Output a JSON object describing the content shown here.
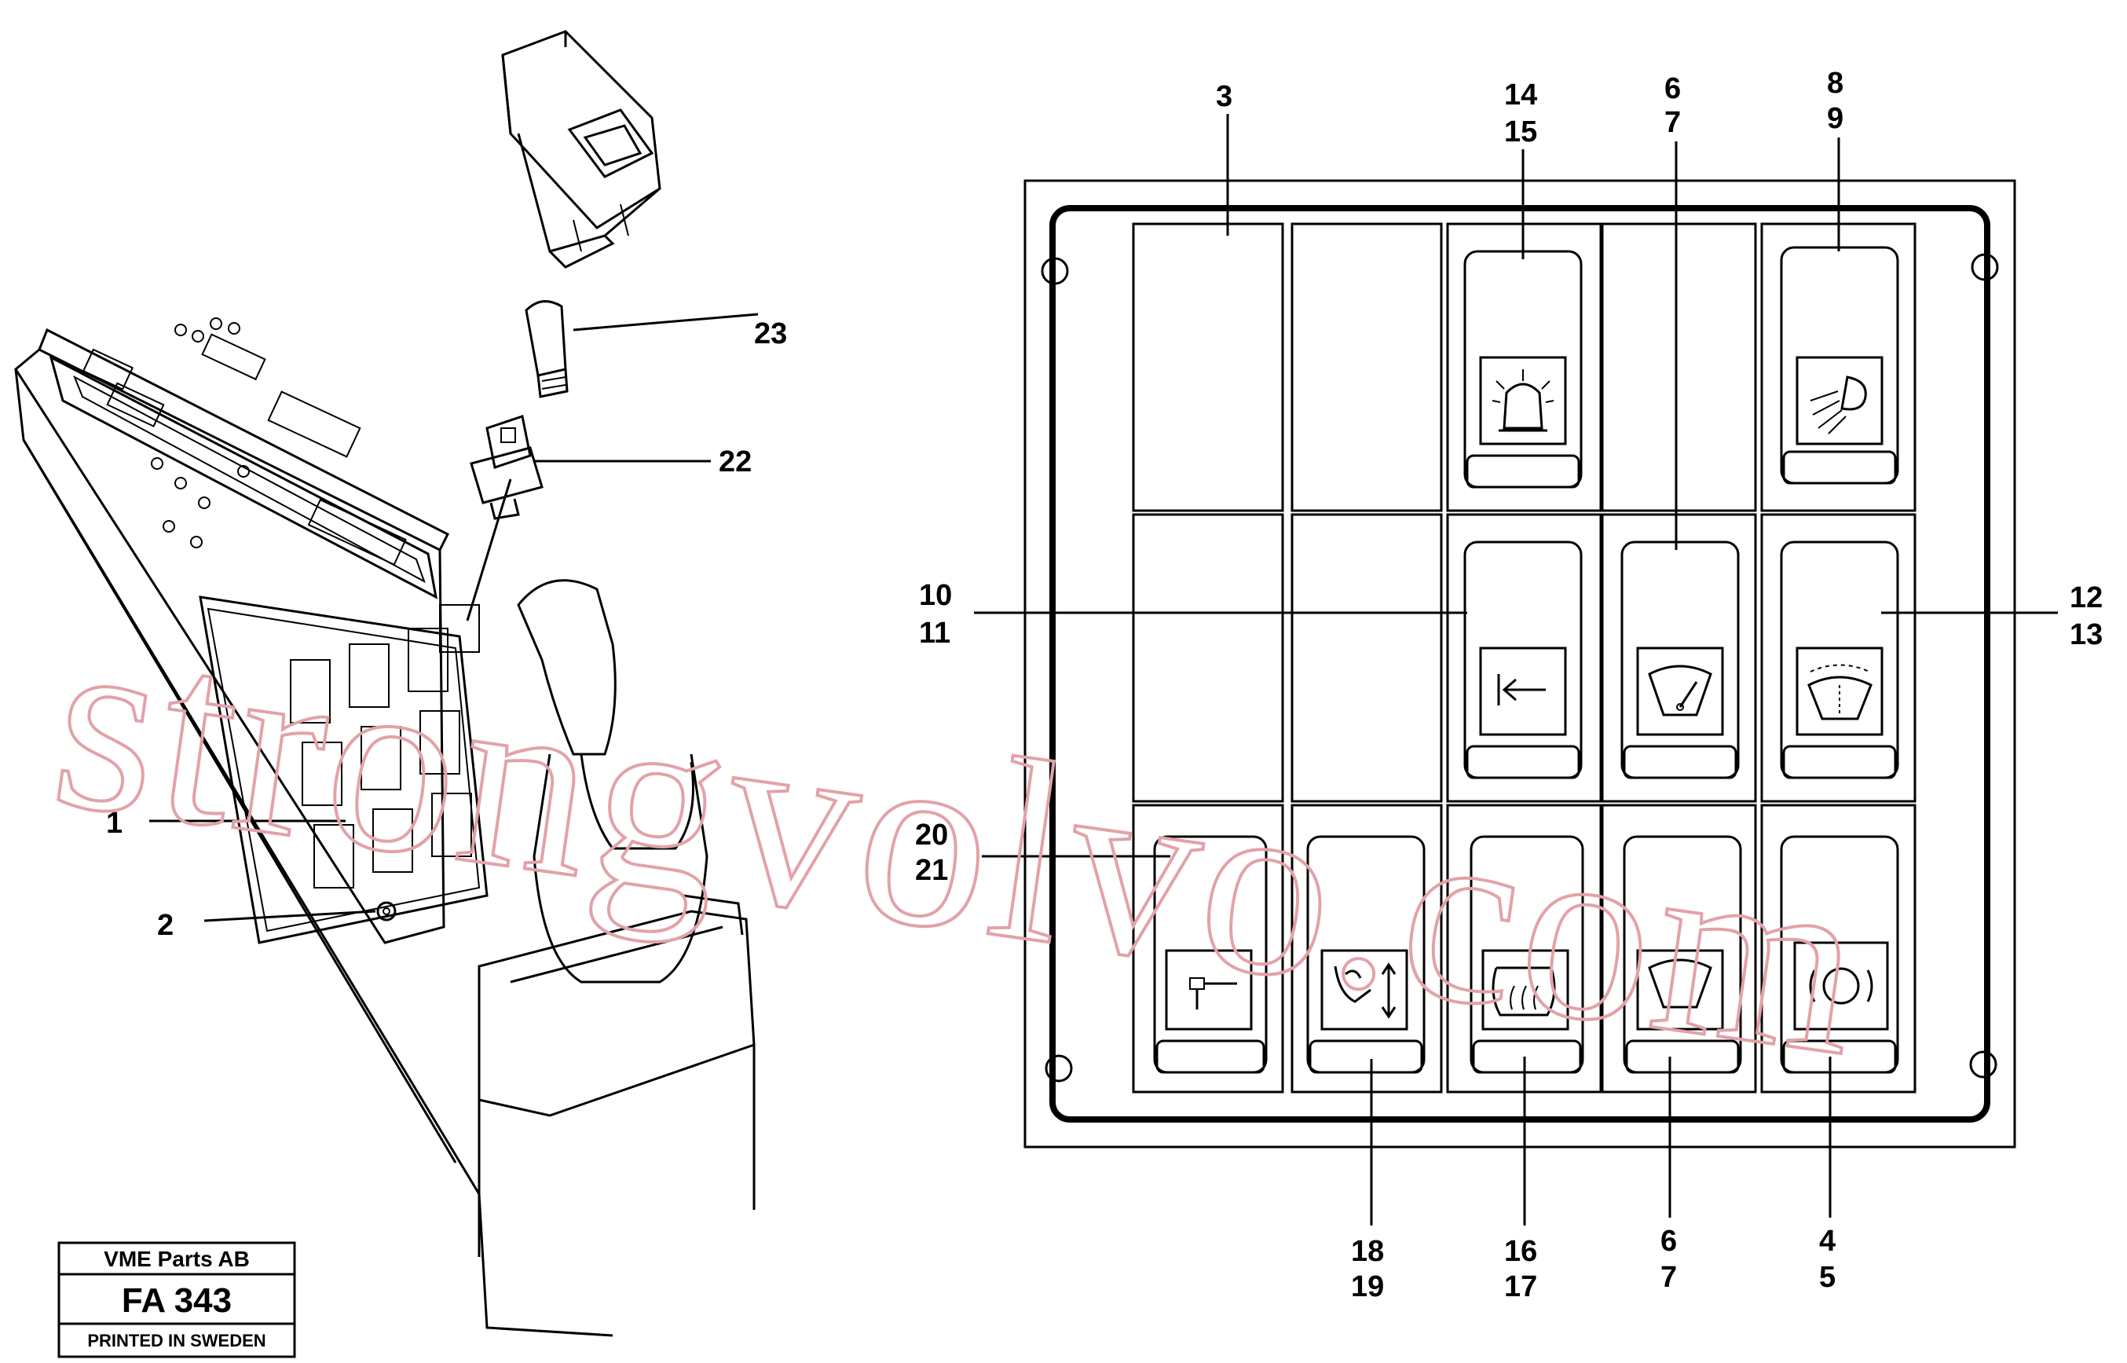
{
  "callouts": {
    "n1": "1",
    "n2": "2",
    "n3": "3",
    "n4": "4",
    "n5": "5",
    "n6a": "6",
    "n7a": "7",
    "n6b": "6",
    "n7b": "7",
    "n8": "8",
    "n9": "9",
    "n10": "10",
    "n11": "11",
    "n12": "12",
    "n13": "13",
    "n14": "14",
    "n15": "15",
    "n16": "16",
    "n17": "17",
    "n18": "18",
    "n19": "19",
    "n20": "20",
    "n21": "21",
    "n22": "22",
    "n23": "23"
  },
  "title_block": {
    "company": "VME Parts AB",
    "code": "FA 343",
    "printed": "PRINTED IN SWEDEN"
  },
  "watermark": "strongvolvo.com",
  "colors": {
    "line": "#000000",
    "watermark": "#e2a2a8",
    "background": "#ffffff"
  },
  "icons": [
    "beacon-light-icon",
    "work-light-icon",
    "float-position-icon",
    "front-wiper-icon",
    "rear-wiper-icon",
    "hammer-icon",
    "bucket-leveling-icon",
    "rear-defrost-icon",
    "wiper-icon",
    "parking-brake-icon"
  ]
}
